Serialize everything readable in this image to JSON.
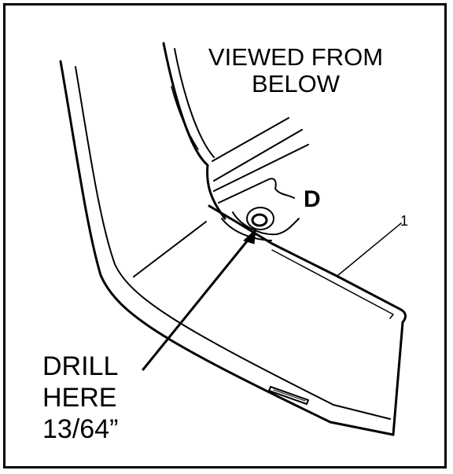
{
  "figure": {
    "view_label_line1": "VIEWED FROM",
    "view_label_line2": "BELOW",
    "callout_d": "D",
    "callout_1": "1",
    "drill_line1": "DRILL",
    "drill_line2": "HERE",
    "drill_line3": "13/64”"
  }
}
